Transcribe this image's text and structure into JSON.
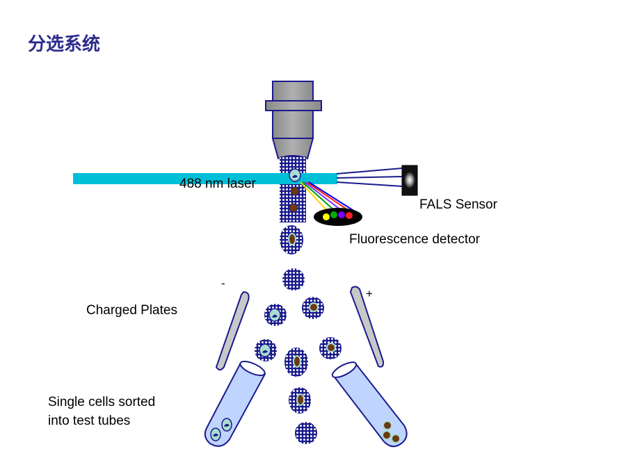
{
  "title": "分选系统",
  "labels": {
    "laser": "488 nm laser",
    "fals": "FALS Sensor",
    "fluorescence": "Fluorescence detector",
    "plates": "Charged Plates",
    "minus": "-",
    "plus": "+",
    "sorted_line1": "Single cells sorted",
    "sorted_line2": "into test tubes"
  },
  "colors": {
    "title": "#2b2b8c",
    "laser": "#00c0d8",
    "outline": "#1a1a8c",
    "objective": "#9a9a9a",
    "droplet_fill": "#1a1a8c",
    "cell": "#a8dcd0",
    "nucleus": "#6b3a12",
    "tube": "#bfd4ff",
    "plate": "#c8c8c8",
    "detector_dots": [
      "#ffff00",
      "#00b000",
      "#8000ff",
      "#ff2020"
    ],
    "fluorescence_rays": [
      "#ffd000",
      "#00a000",
      "#7030ff",
      "#ff2020",
      "#0000ff"
    ]
  }
}
